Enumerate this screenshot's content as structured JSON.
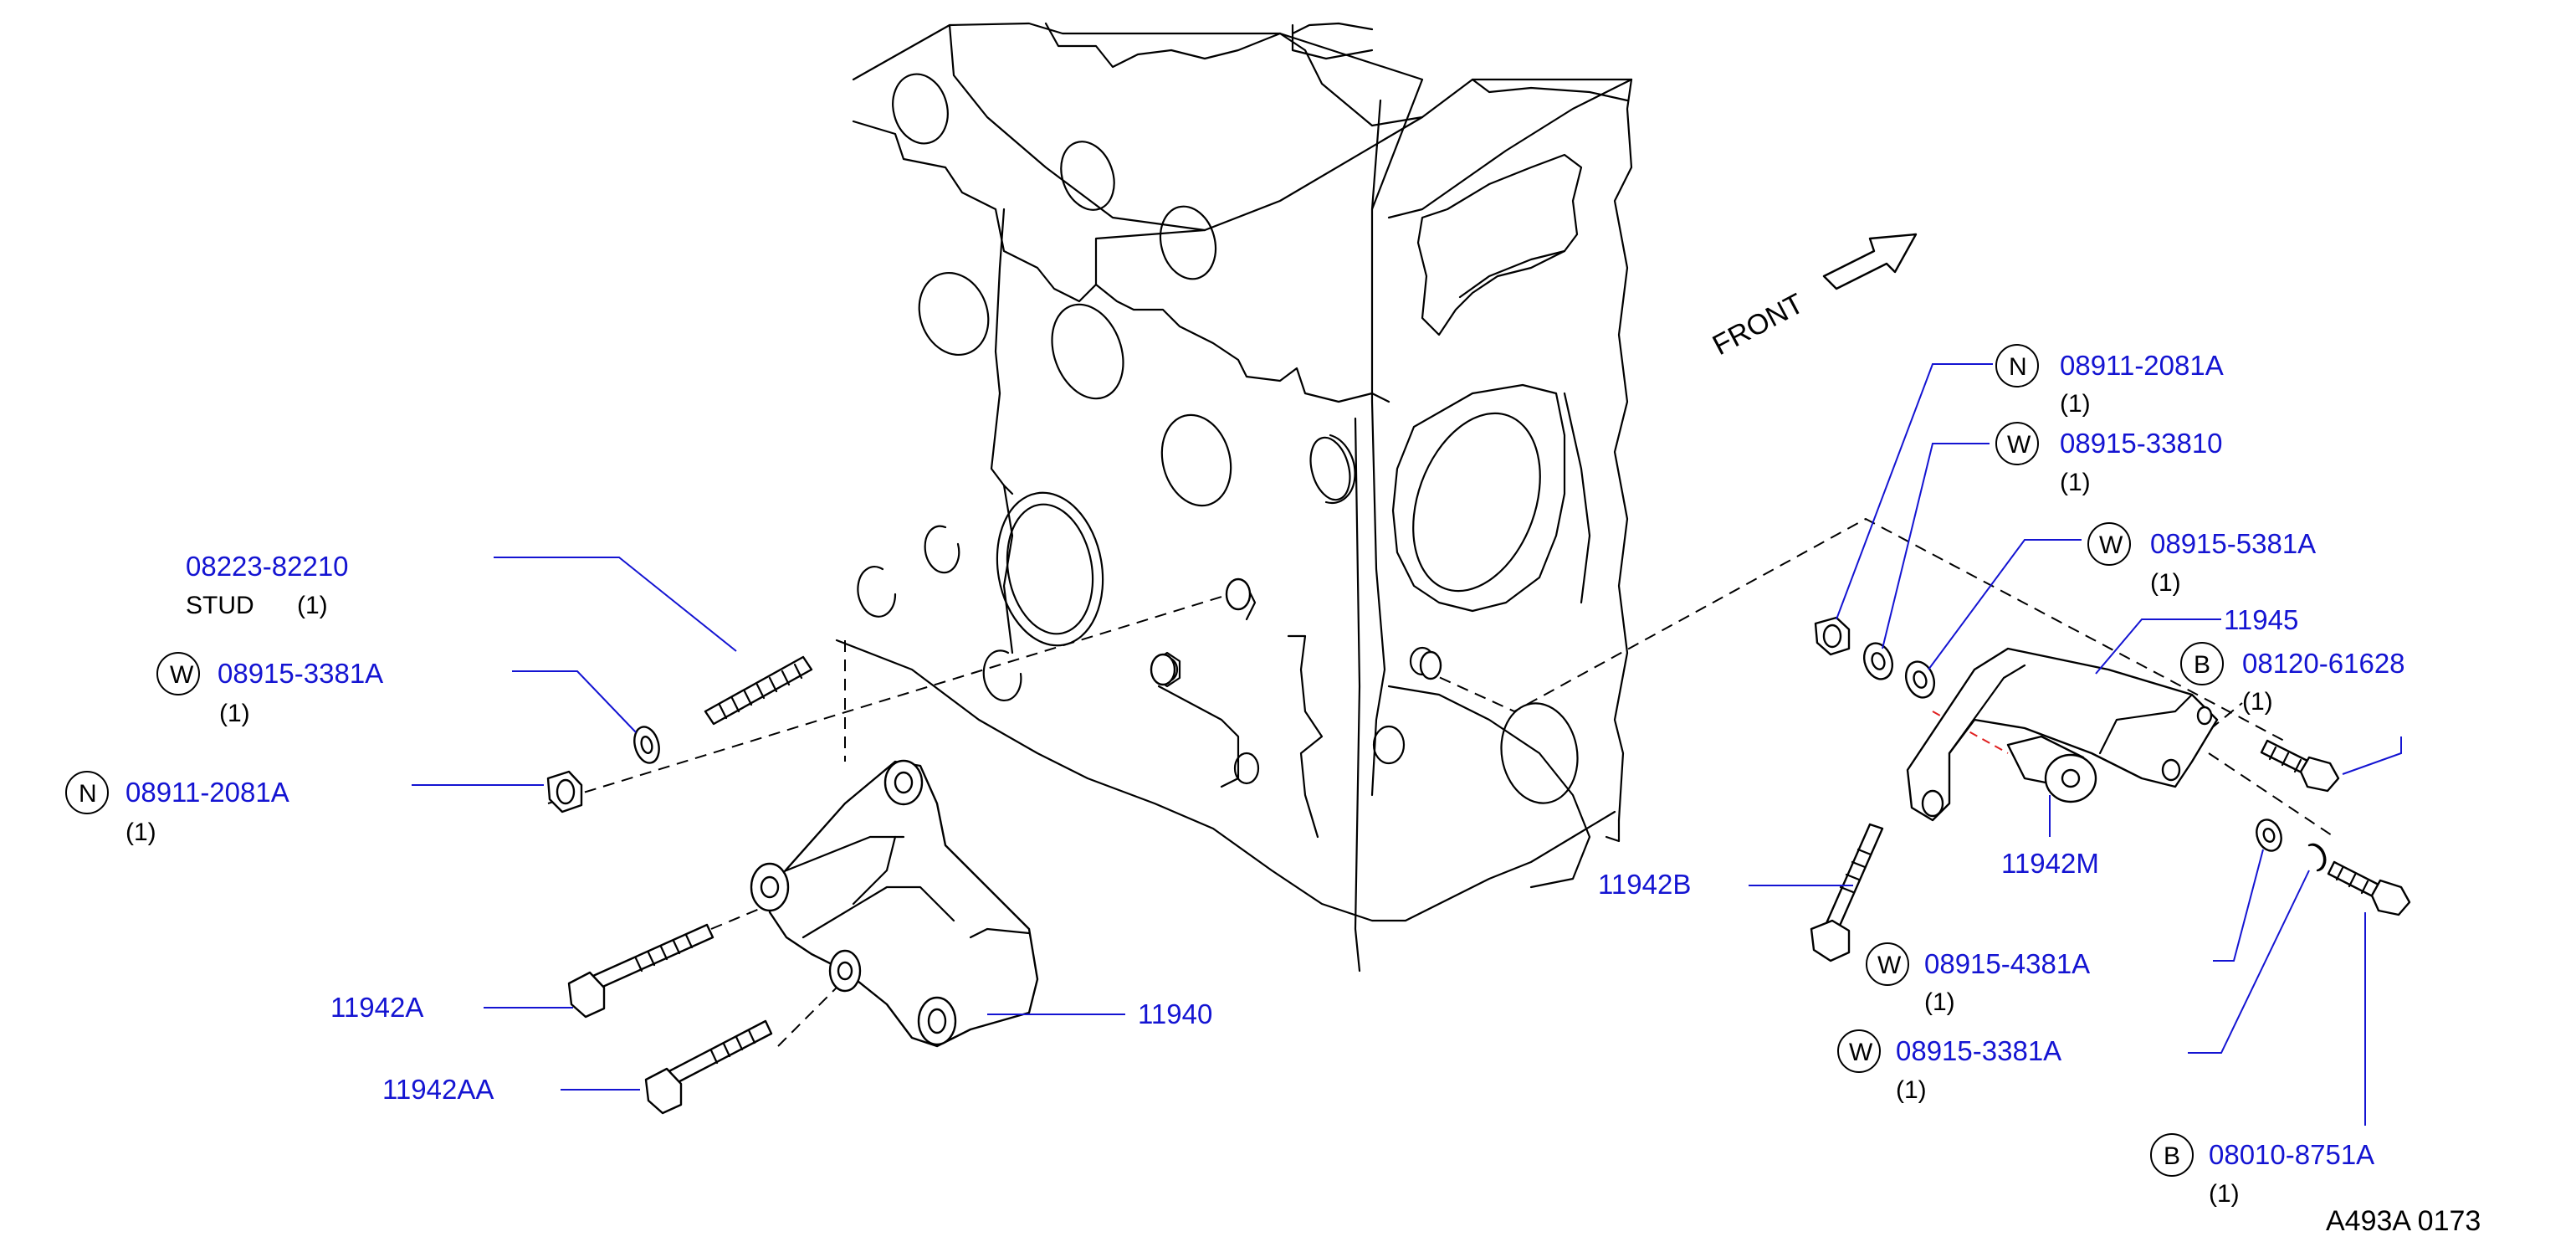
{
  "direction_label": "FRONT",
  "reference_code": "A493A   0173",
  "callouts": [
    {
      "id": "stud",
      "part": "08223-82210",
      "desc": "STUD",
      "qty": "(1)"
    },
    {
      "id": "washer-left",
      "sym": "W",
      "part": "08915-3381A",
      "qty": "(1)"
    },
    {
      "id": "nut-left",
      "sym": "N",
      "part": "08911-2081A",
      "qty": "(1)"
    },
    {
      "id": "nut-right",
      "sym": "N",
      "part": "08911-2081A",
      "qty": "(1)"
    },
    {
      "id": "washer-right-1",
      "sym": "W",
      "part": "08915-33810",
      "qty": "(1)"
    },
    {
      "id": "washer-right-2",
      "sym": "W",
      "part": "08915-5381A",
      "qty": "(1)"
    },
    {
      "id": "bracket-11945",
      "part": "11945"
    },
    {
      "id": "bolt-right-top",
      "sym": "B",
      "part": "08120-61628",
      "qty": "(1)"
    },
    {
      "id": "bolt-11942b",
      "part": "11942B"
    },
    {
      "id": "spacer-11942m",
      "part": "11942M"
    },
    {
      "id": "washer-right-3",
      "sym": "W",
      "part": "08915-4381A",
      "qty": "(1)"
    },
    {
      "id": "washer-right-4",
      "sym": "W",
      "part": "08915-3381A",
      "qty": "(1)"
    },
    {
      "id": "bolt-right-bottom",
      "sym": "B",
      "part": "08010-8751A",
      "qty": "(1)"
    },
    {
      "id": "bolt-11942a",
      "part": "11942A"
    },
    {
      "id": "bolt-11942aa",
      "part": "11942AA"
    },
    {
      "id": "bracket-11940",
      "part": "11940"
    }
  ]
}
